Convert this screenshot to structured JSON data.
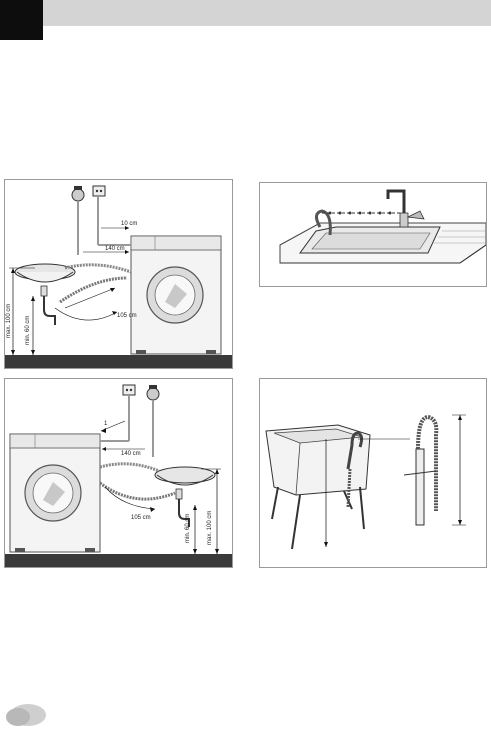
{
  "figures": {
    "fig1": {
      "dim_top": "10 cm",
      "dim_mid": "140 cm",
      "dim_hose": "105 cm",
      "dim_height_max": "max. 100 cm",
      "dim_height_min": "min. 60 cm"
    },
    "fig3": {
      "dim_top": "1",
      "dim_mid": "140 cm",
      "dim_hose": "105 cm",
      "dim_height_min": "min. 60 cm",
      "dim_height_max": "max. 100 cm"
    }
  },
  "colors": {
    "header_bar": "#d4d4d4",
    "header_tab": "#0d0d0d",
    "floor": "#3a3a3a",
    "badge": "#cfcfcf"
  }
}
